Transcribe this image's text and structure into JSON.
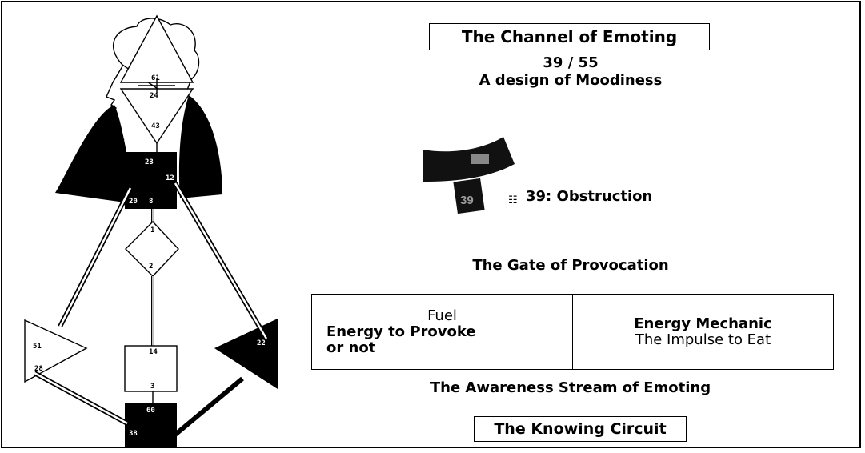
{
  "channel": {
    "title": "The Channel of Emoting",
    "numbers": "39 / 55",
    "subtitle": "A design of Moodiness"
  },
  "gate": {
    "number": "39",
    "label": "39: Obstruction",
    "name": "The Gate of Provocation",
    "planet_icon": "hexagram-icon"
  },
  "info_table": {
    "left": {
      "heading": "Fuel",
      "line1": "Energy to Provoke",
      "line2": "or not"
    },
    "right": {
      "heading": "Energy Mechanic",
      "line1": "The Impulse to Eat"
    }
  },
  "stream": "The Awareness Stream of Emoting",
  "circuit": "The Knowing Circuit",
  "bodygraph": {
    "gates": {
      "head_a": "61",
      "head_b": "24",
      "head_c": "43",
      "throat_a": "23",
      "throat_b": "12",
      "throat_c": "20",
      "throat_d": "8",
      "g_a": "1",
      "g_b": "2",
      "left_tri": "51",
      "left_tri_b": "28",
      "right_tri": "22",
      "sacral_a": "14",
      "sacral_b": "3",
      "root_a": "60",
      "root_b": "38"
    },
    "colors": {
      "defined": "#000000",
      "undefined": "#ffffff"
    }
  }
}
